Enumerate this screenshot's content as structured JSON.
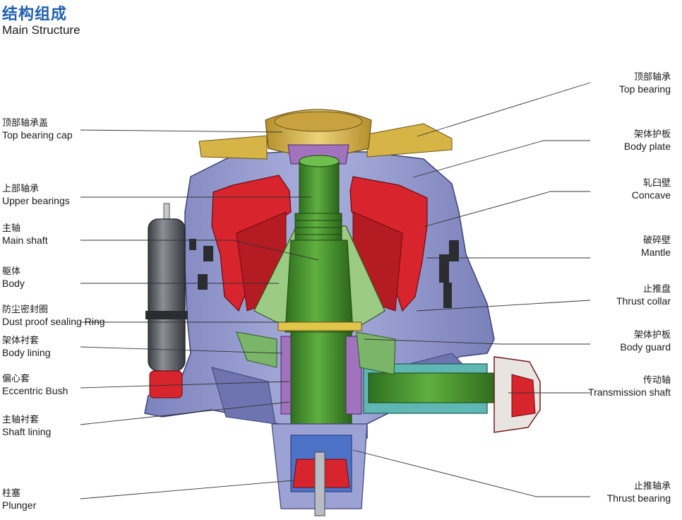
{
  "header": {
    "title_cn": "结构组成",
    "title_en": "Main Structure"
  },
  "labels": {
    "left": [
      {
        "cn": "顶部轴承盖",
        "en": "Top bearing cap"
      },
      {
        "cn": "上部轴承",
        "en": "Upper bearings"
      },
      {
        "cn": "主轴",
        "en": "Main shaft"
      },
      {
        "cn": "躯体",
        "en": "Body"
      },
      {
        "cn": "防尘密封圈",
        "en": "Dust proof sealing Ring"
      },
      {
        "cn": "架体衬套",
        "en": "Body lining"
      },
      {
        "cn": "偏心套",
        "en": "Eccentric Bush"
      },
      {
        "cn": "主轴衬套",
        "en": "Shaft lining"
      },
      {
        "cn": "柱塞",
        "en": "Plunger"
      }
    ],
    "right": [
      {
        "cn": "顶部轴承",
        "en": "Top bearing"
      },
      {
        "cn": "架体护板",
        "en": "Body plate"
      },
      {
        "cn": "轧臼壁",
        "en": "Concave"
      },
      {
        "cn": "破碎壁",
        "en": "Mantle"
      },
      {
        "cn": "止推盘",
        "en": "Thrust collar"
      },
      {
        "cn": "架体护板",
        "en": "Body guard"
      },
      {
        "cn": "传动轴",
        "en": "Transmission shaft"
      },
      {
        "cn": "止推轴承",
        "en": "Thrust bearing"
      }
    ]
  },
  "colors": {
    "title": "#1f5fb0",
    "body": "#8d93c9",
    "concave": "#d8242c",
    "shaft": "#3f8f2a",
    "cap": "#d8b24a",
    "leader": "#333333"
  }
}
